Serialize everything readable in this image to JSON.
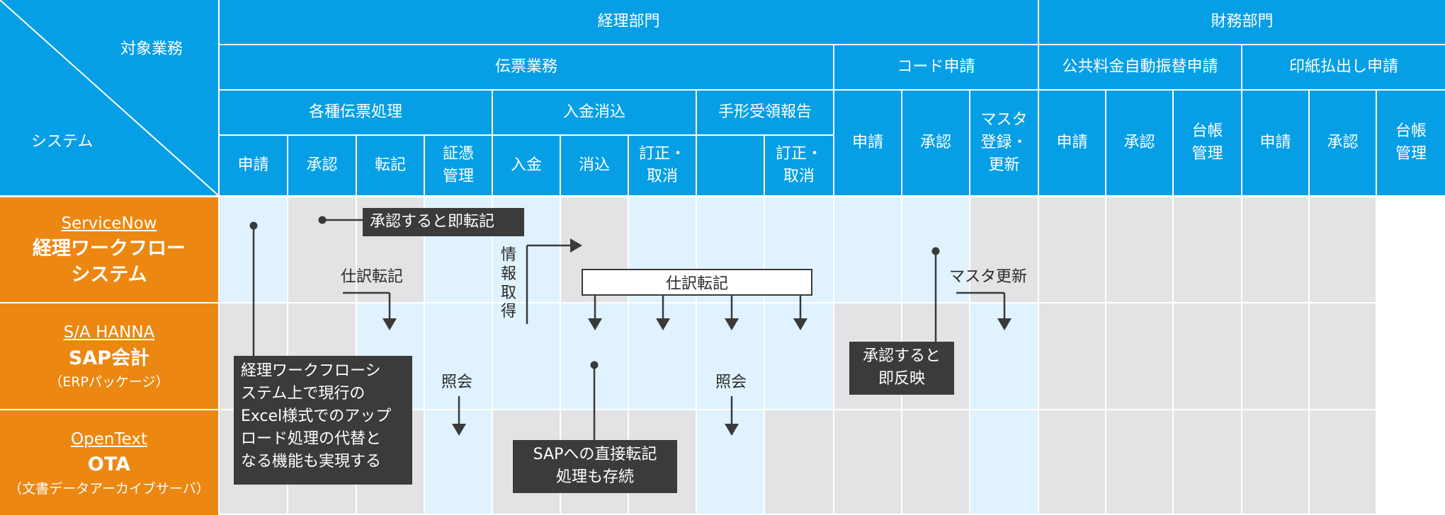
{
  "corner": {
    "target_label": "対象業務",
    "system_label": "システム"
  },
  "headers": {
    "departments": [
      "経理部門",
      "財務部門"
    ],
    "groups": [
      "伝票業務",
      "コード申請",
      "公共料金自動振替申請",
      "印紙払出し申請"
    ],
    "subgroups": [
      "各種伝票処理",
      "入金消込",
      "手形受領報告"
    ],
    "columns": [
      "申請",
      "承認",
      "転記",
      "証憑\n管理",
      "入金",
      "消込",
      "訂正・\n取消",
      "訂正・\n取消",
      "申請",
      "承認",
      "マスタ\n登録・\n更新",
      "申請",
      "承認",
      "台帳\n管理",
      "申請",
      "承認",
      "台帳\n管理"
    ]
  },
  "systems": [
    {
      "tag": "ServiceNow",
      "name": "経理ワークフロー\nシステム",
      "sub": ""
    },
    {
      "tag": "S/A HANNA",
      "name": "SAP会計",
      "sub": "（ERPパッケージ）"
    },
    {
      "tag": "OpenText",
      "name": "OTA",
      "sub": "（文書データアーカイブサーバ）"
    }
  ],
  "notes": {
    "approve_post": "承認すると即転記",
    "journal_posting": "仕訳転記",
    "journal_posting_box": "仕訳転記",
    "info_get": "情報取得",
    "master_update": "マスタ更新",
    "inquiry_1": "照会",
    "inquiry_2": "照会",
    "excel_note": "経理ワークフローシ\nステム上で現行の\nExcel様式でのアップ\nロード処理の代替と\nなる機能も実現する",
    "sap_direct": "SAPへの直接転記\n処理も存続",
    "approve_reflect": "承認すると\n即反映"
  },
  "colors": {
    "header_blue": "#069fe6",
    "system_orange": "#ec8712",
    "cell_light_blue": "#dff2fd",
    "cell_gray": "#e3e3e5",
    "note_dark": "#3b3b3b",
    "line": "#3a3a3a"
  }
}
